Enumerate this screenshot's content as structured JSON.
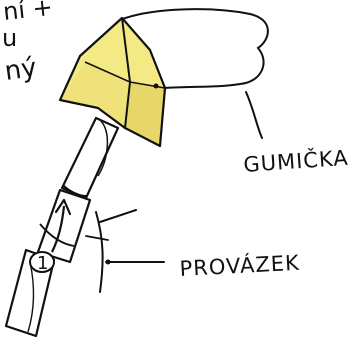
{
  "corner_text": {
    "line1": "ní +",
    "line2": "u",
    "line3": "ný"
  },
  "labels": {
    "rubber_band": "GUMIČKA",
    "string": "PROVÁZEK"
  },
  "colors": {
    "ink": "#111111",
    "fill": "#f3ea86",
    "fill_dark": "#d9c95a"
  },
  "icons": {
    "step_marker": "1"
  }
}
